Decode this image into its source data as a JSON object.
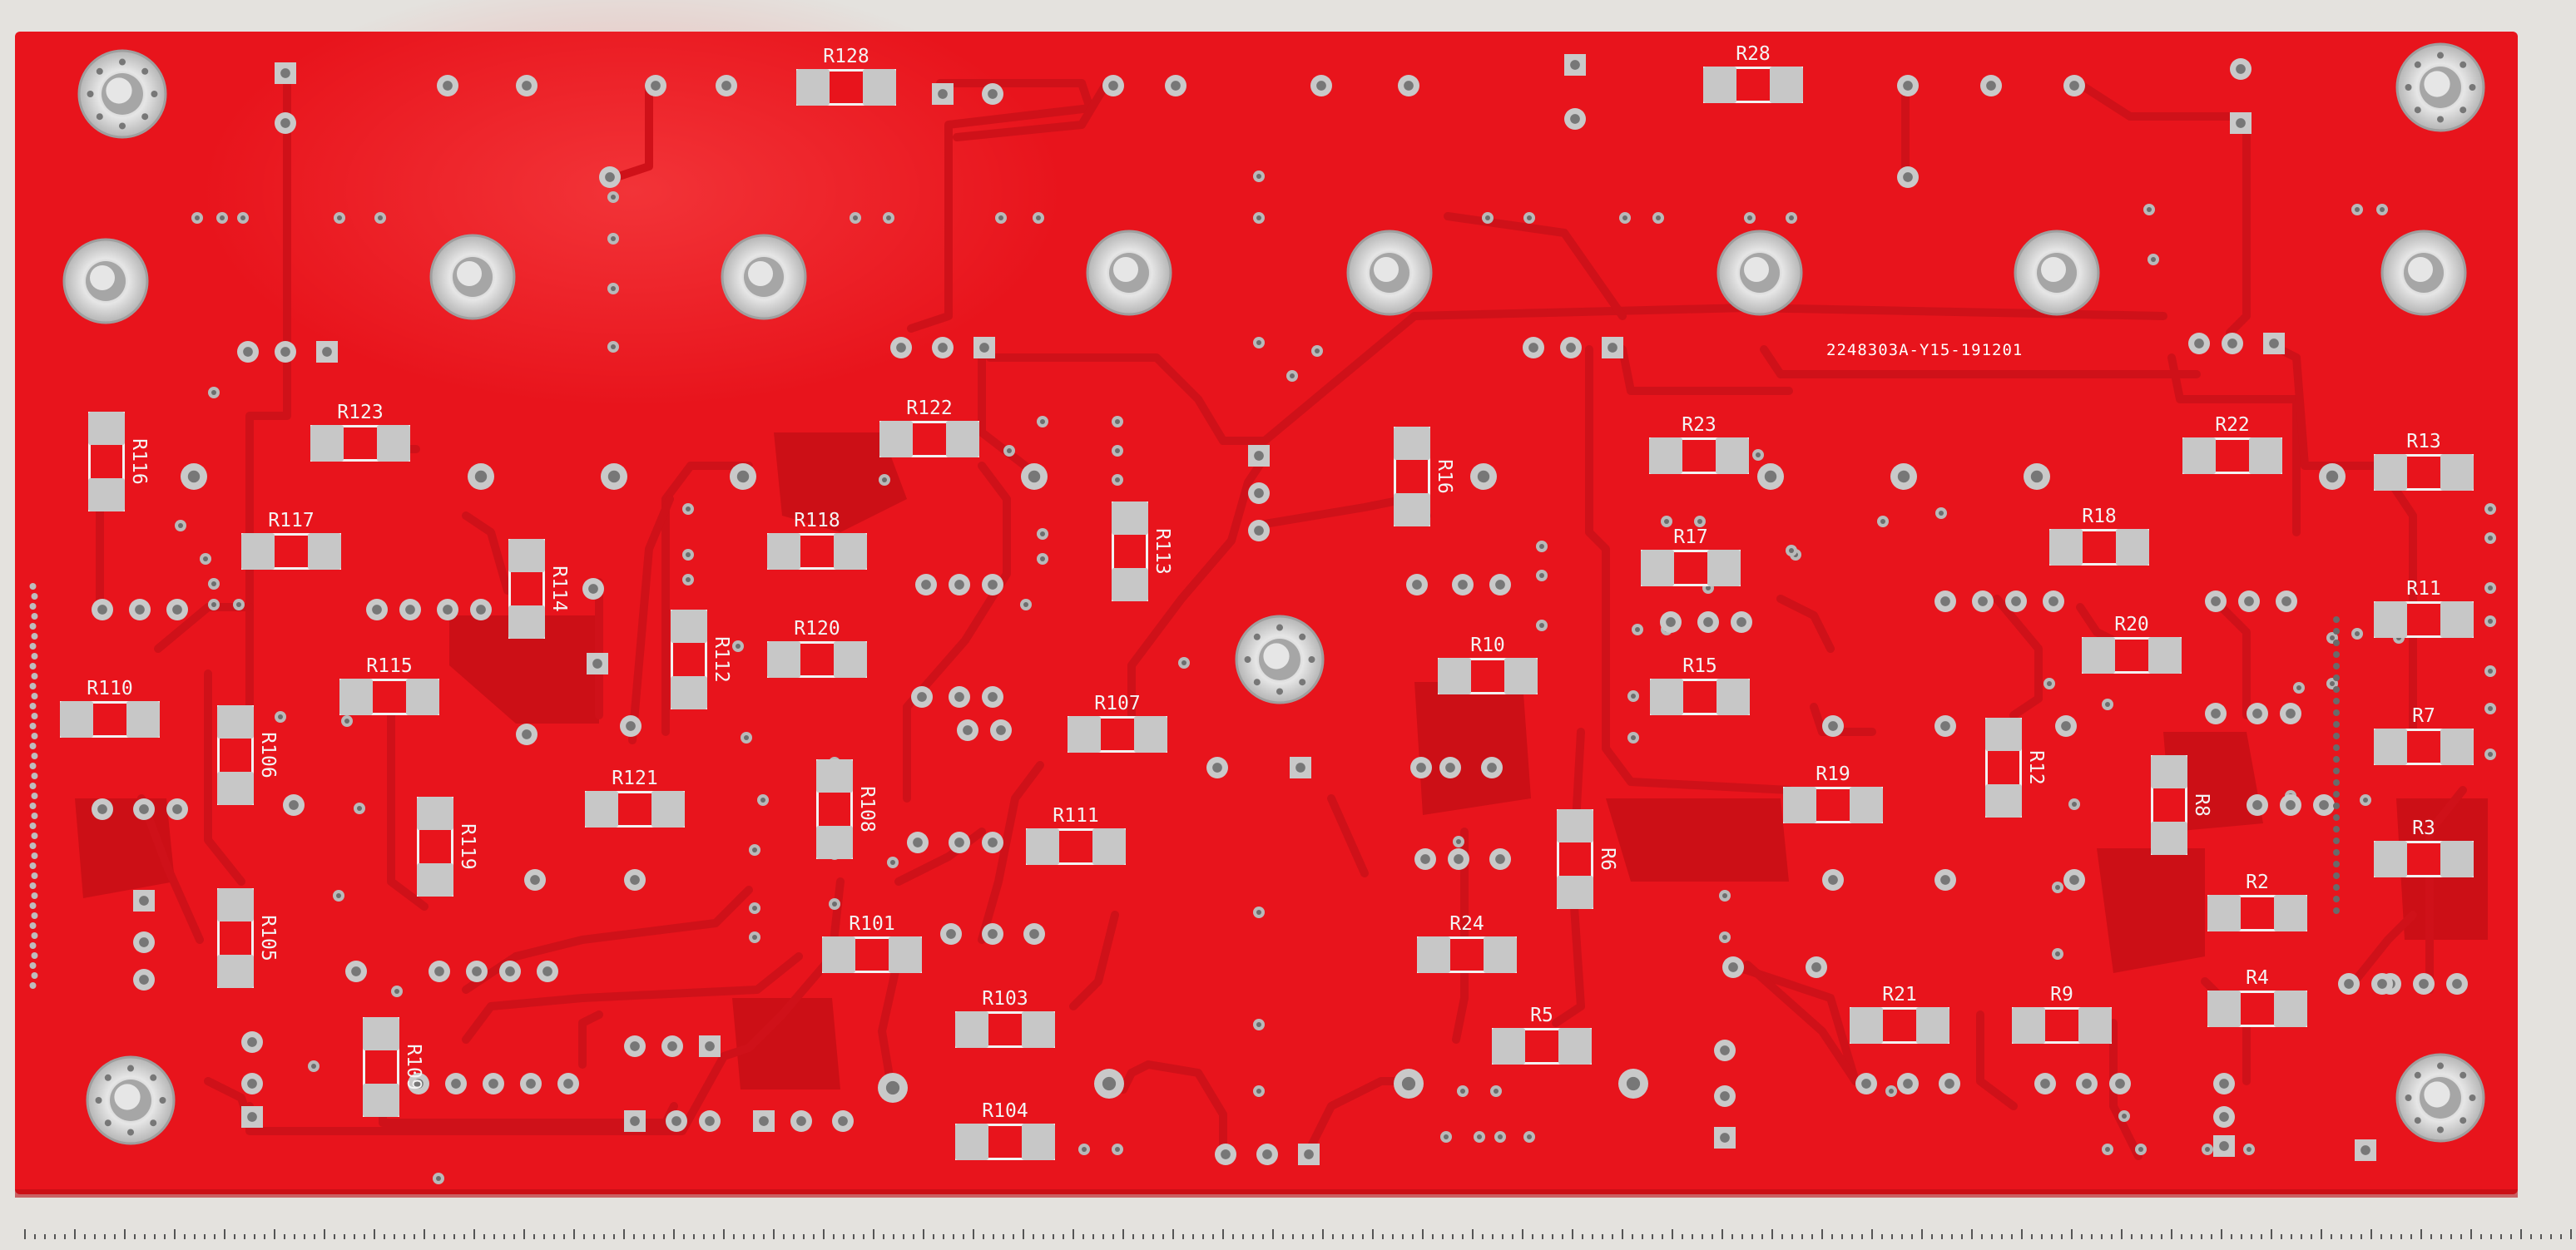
{
  "board": {
    "code": "2248303A-Y15-191201",
    "colors": {
      "soldermask": "#e8141c",
      "soldermask_dark": "#c40e14",
      "trace": "#d3121a",
      "pad": "#c9c9c9",
      "silkscreen": "#f4f4f4",
      "background": "#e4e2de"
    }
  },
  "resistors": [
    {
      "label": "R128",
      "orient": "h"
    },
    {
      "label": "R28",
      "orient": "h"
    },
    {
      "label": "R116",
      "orient": "v"
    },
    {
      "label": "R123",
      "orient": "h"
    },
    {
      "label": "R122",
      "orient": "h"
    },
    {
      "label": "R117",
      "orient": "h"
    },
    {
      "label": "R114",
      "orient": "v"
    },
    {
      "label": "R118",
      "orient": "h"
    },
    {
      "label": "R113",
      "orient": "v"
    },
    {
      "label": "R16",
      "orient": "v"
    },
    {
      "label": "R23",
      "orient": "h"
    },
    {
      "label": "R22",
      "orient": "h"
    },
    {
      "label": "R13",
      "orient": "h"
    },
    {
      "label": "R17",
      "orient": "h"
    },
    {
      "label": "R18",
      "orient": "h"
    },
    {
      "label": "R110",
      "orient": "h"
    },
    {
      "label": "R106",
      "orient": "v"
    },
    {
      "label": "R115",
      "orient": "h"
    },
    {
      "label": "R112",
      "orient": "v"
    },
    {
      "label": "R120",
      "orient": "h"
    },
    {
      "label": "R10",
      "orient": "h"
    },
    {
      "label": "R15",
      "orient": "h"
    },
    {
      "label": "R20",
      "orient": "h"
    },
    {
      "label": "R11",
      "orient": "h"
    },
    {
      "label": "R107",
      "orient": "h"
    },
    {
      "label": "R12",
      "orient": "v"
    },
    {
      "label": "R7",
      "orient": "h"
    },
    {
      "label": "R108",
      "orient": "v"
    },
    {
      "label": "R119",
      "orient": "v"
    },
    {
      "label": "R121",
      "orient": "h"
    },
    {
      "label": "R19",
      "orient": "h"
    },
    {
      "label": "R8",
      "orient": "v"
    },
    {
      "label": "R111",
      "orient": "h"
    },
    {
      "label": "R6",
      "orient": "v"
    },
    {
      "label": "R3",
      "orient": "h"
    },
    {
      "label": "R105",
      "orient": "v"
    },
    {
      "label": "R2",
      "orient": "h"
    },
    {
      "label": "R24",
      "orient": "h"
    },
    {
      "label": "R101",
      "orient": "h"
    },
    {
      "label": "R103",
      "orient": "h"
    },
    {
      "label": "R4",
      "orient": "h"
    },
    {
      "label": "R5",
      "orient": "h"
    },
    {
      "label": "R21",
      "orient": "h"
    },
    {
      "label": "R9",
      "orient": "h"
    },
    {
      "label": "R109",
      "orient": "v"
    },
    {
      "label": "R104",
      "orient": "h"
    }
  ]
}
